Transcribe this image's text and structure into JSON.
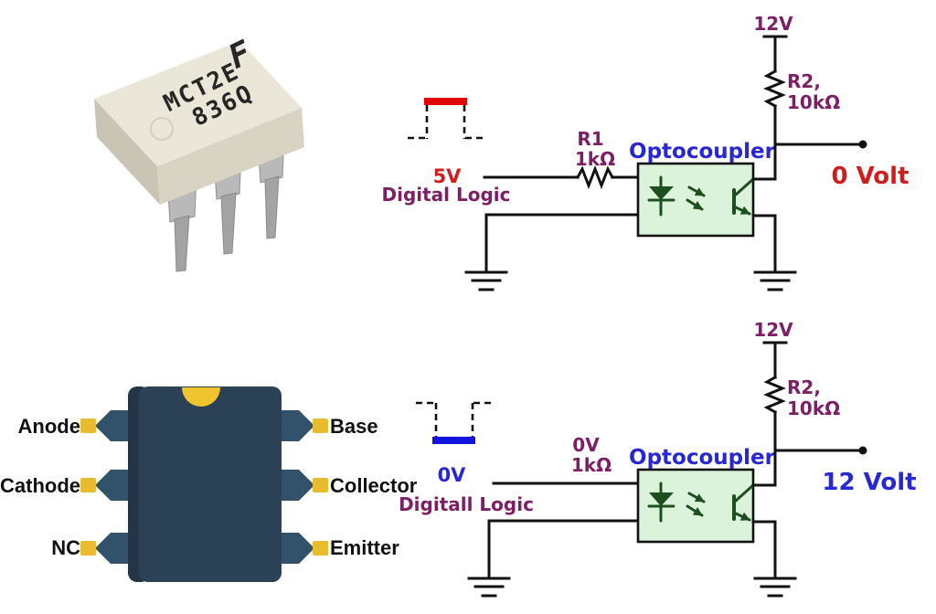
{
  "colors": {
    "purple": "#7d1e66",
    "blue": "#2727d8",
    "red": "#d21d1d",
    "pulse-red": "#e10505",
    "pulse-blue": "#1414e0",
    "dark-green": "#1d4f1f",
    "opto-fill": "#dbf3db",
    "wire": "#111111",
    "navy": "#2b4156",
    "navy-dark": "#243548",
    "pin-navy": "#32516b",
    "gold": "#f0c42c",
    "tab-gold": "#e9bb2e",
    "metal": "#b9b9b9",
    "metal-dark": "#a3a3a3",
    "cream": "#eae6d8",
    "cream-side": "#d8d3c3",
    "cream-dark": "#c9c4b3",
    "marking": "#262626",
    "label-black": "#111111"
  },
  "photo": {
    "marking_line1": "MCT2E",
    "marking_line2": "836Q",
    "logo_glyph": "F"
  },
  "pinout": {
    "left": [
      "Anode",
      "Cathode",
      "NC"
    ],
    "right": [
      "Base",
      "Collector",
      "Emitter"
    ]
  },
  "circuit_top": {
    "supply_label": "12V",
    "r2_name": "R2,",
    "r2_value": "10kΩ",
    "series_name": "R1",
    "series_value": "1kΩ",
    "input_level": "5V",
    "input_caption": "Digital Logic",
    "box_label": "Optocoupler",
    "output_label": "0 Volt"
  },
  "circuit_bottom": {
    "supply_label": "12V",
    "r2_name": "R2,",
    "r2_value": "10kΩ",
    "series_name": "0V",
    "series_value": "1kΩ",
    "input_level": "0V",
    "input_caption": "Digitall Logic",
    "box_label": "Optocoupler",
    "output_label": "12 Volt"
  }
}
